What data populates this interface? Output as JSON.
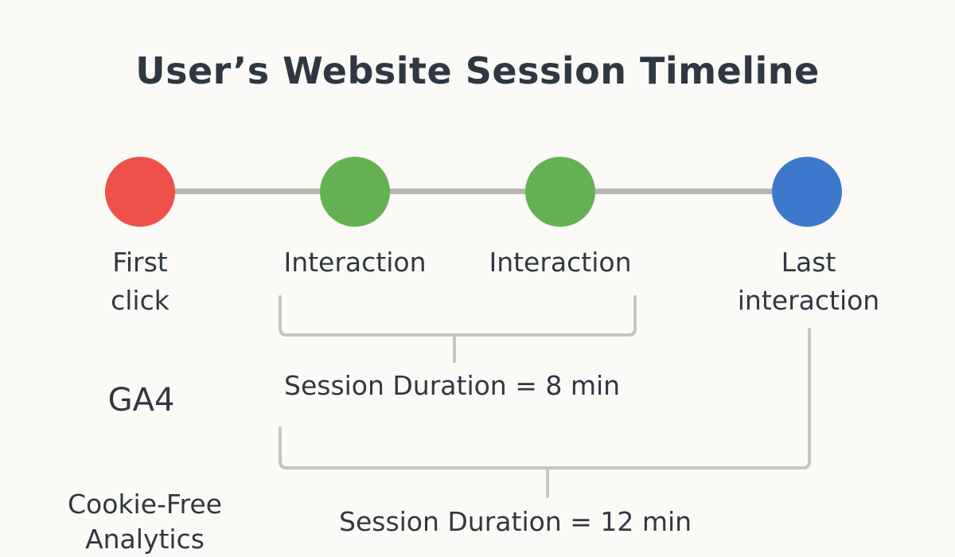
{
  "title": "User’s Website Session Timeline",
  "events": [
    {
      "label_line1": "First",
      "label_line2": "click",
      "color": "#f0504a"
    },
    {
      "label_line1": "Interaction",
      "label_line2": "",
      "color": "#64b154"
    },
    {
      "label_line1": "Interaction",
      "label_line2": "",
      "color": "#64b154"
    },
    {
      "label_line1": "Last",
      "label_line2": "interaction",
      "color": "#3c79cd"
    }
  ],
  "ga4": {
    "label": "GA4",
    "duration_text": "Session Duration = 8 min"
  },
  "cookie_free": {
    "label": "Cookie-Free Analytics",
    "duration_text": "Session Duration = 12 min"
  },
  "colors": {
    "background": "#fbfaf6",
    "text": "#2f3842",
    "line": "#b5b6b5",
    "bracket": "#c4c5c4"
  }
}
